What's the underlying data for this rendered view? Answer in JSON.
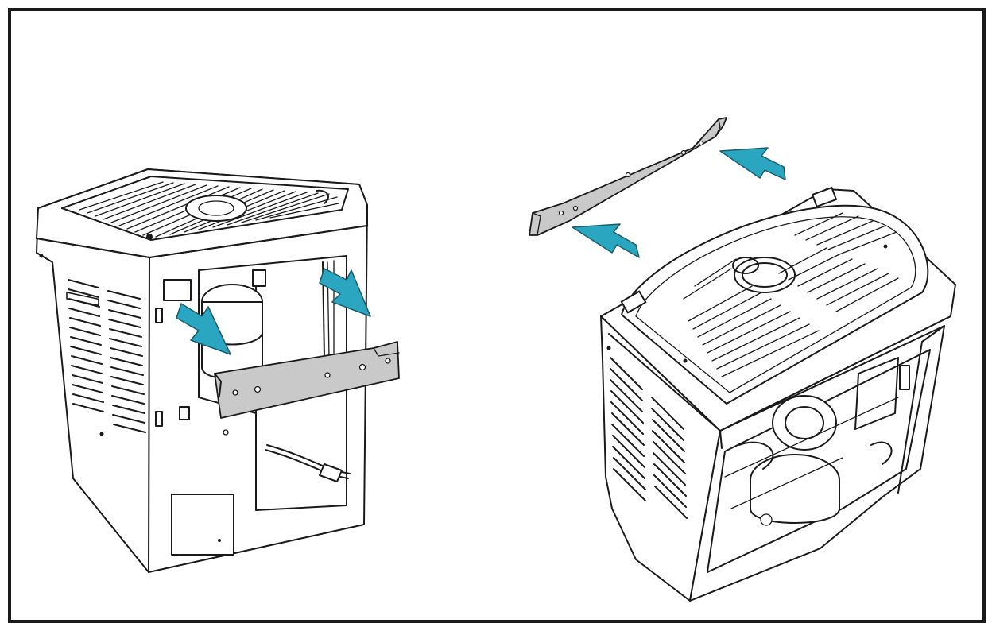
{
  "colors": {
    "arrow": "#2ba6c0",
    "arrow_outline": "#1a5c6e",
    "line": "#1a1a1a",
    "bracket": "#c9c9c9",
    "frame": "#1a1a1a"
  },
  "views": [
    {
      "name": "unit-rear-view",
      "arrows": [
        "down-right",
        "down-right"
      ],
      "part": "bracket"
    },
    {
      "name": "unit-top-view",
      "arrows": [
        "up-left",
        "up-left"
      ],
      "part": "bracket"
    }
  ]
}
